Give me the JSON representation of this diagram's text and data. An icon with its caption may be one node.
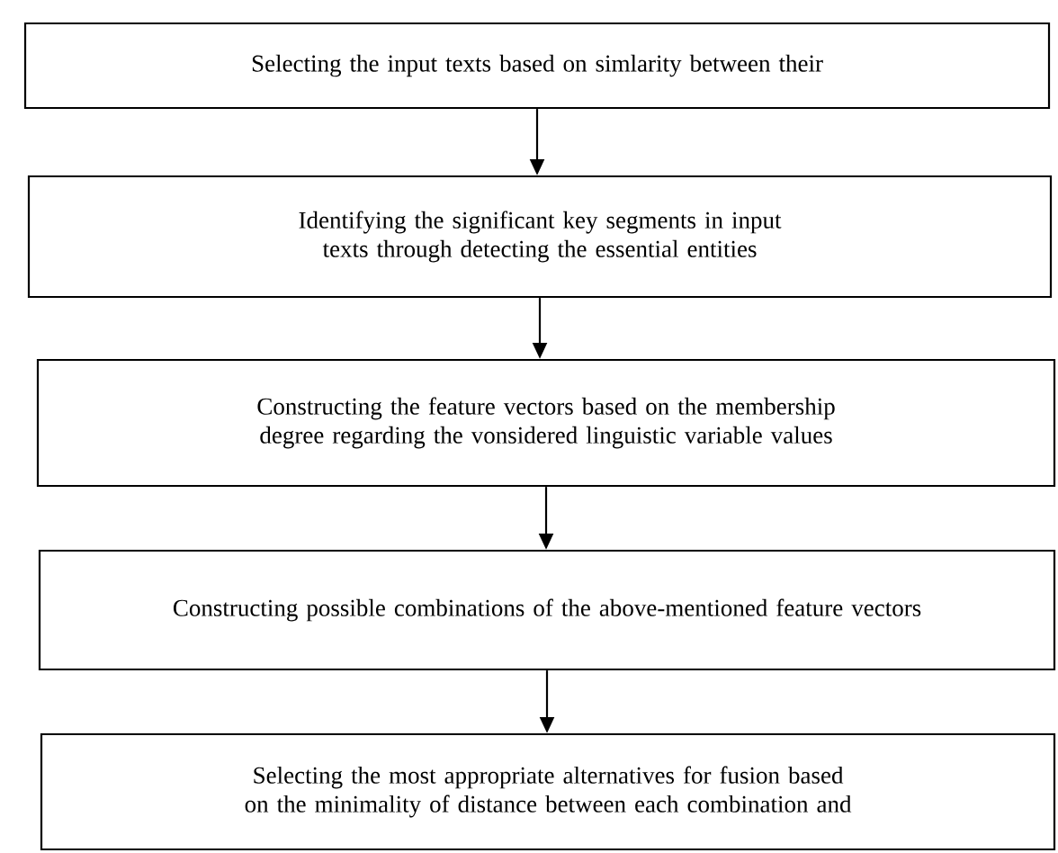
{
  "diagram": {
    "nodes": [
      {
        "text": [
          "Selecting the input texts based on simlarity between their"
        ]
      },
      {
        "text": [
          "Identifying the significant key segments in input texts through detecting the essential entities"
        ]
      },
      {
        "text": [
          "Constructing the feature vectors based on the membership degree regarding the vonsidered linguistic variable values"
        ]
      },
      {
        "text": [
          "Constructing possible combinations of the above-mentioned feature vectors"
        ]
      },
      {
        "text": [
          "Selecting the most appropriate alternatives for fusion based on the minimality of distance between each combination and"
        ]
      }
    ],
    "edges": [
      {
        "from": 0,
        "to": 1,
        "arrow": "to"
      },
      {
        "from": 1,
        "to": 2,
        "arrow": "to"
      },
      {
        "from": 2,
        "to": 3,
        "arrow": "to"
      },
      {
        "from": 3,
        "to": 4,
        "arrow": "to"
      }
    ]
  }
}
